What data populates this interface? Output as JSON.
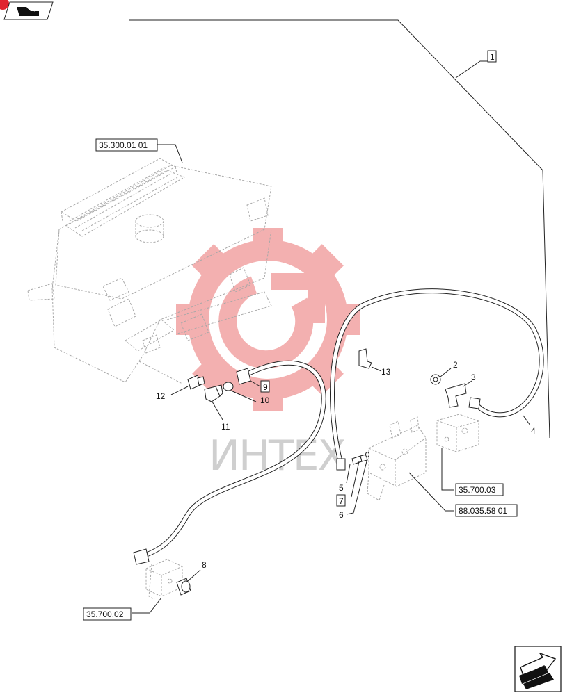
{
  "callouts": {
    "c1": "1",
    "c2": "2",
    "c3": "3",
    "c4": "4",
    "c5": "5",
    "c6": "6",
    "c7": "7",
    "c8": "8",
    "c9": "9",
    "c10": "10",
    "c11": "11",
    "c12": "12",
    "c13": "13"
  },
  "references": {
    "tank": "35.300.01 01",
    "valve": "35.700.03",
    "block": "88.035.58 01",
    "bottom": "35.700.02"
  },
  "watermark": "ИНТЕХ",
  "icons": {
    "top_left": "book-nav-icon",
    "bottom_right": "next-page-arrow-icon"
  },
  "colors": {
    "watermark_red": "#f2a3a3",
    "nav_red": "#e0242f",
    "line": "#222222"
  }
}
